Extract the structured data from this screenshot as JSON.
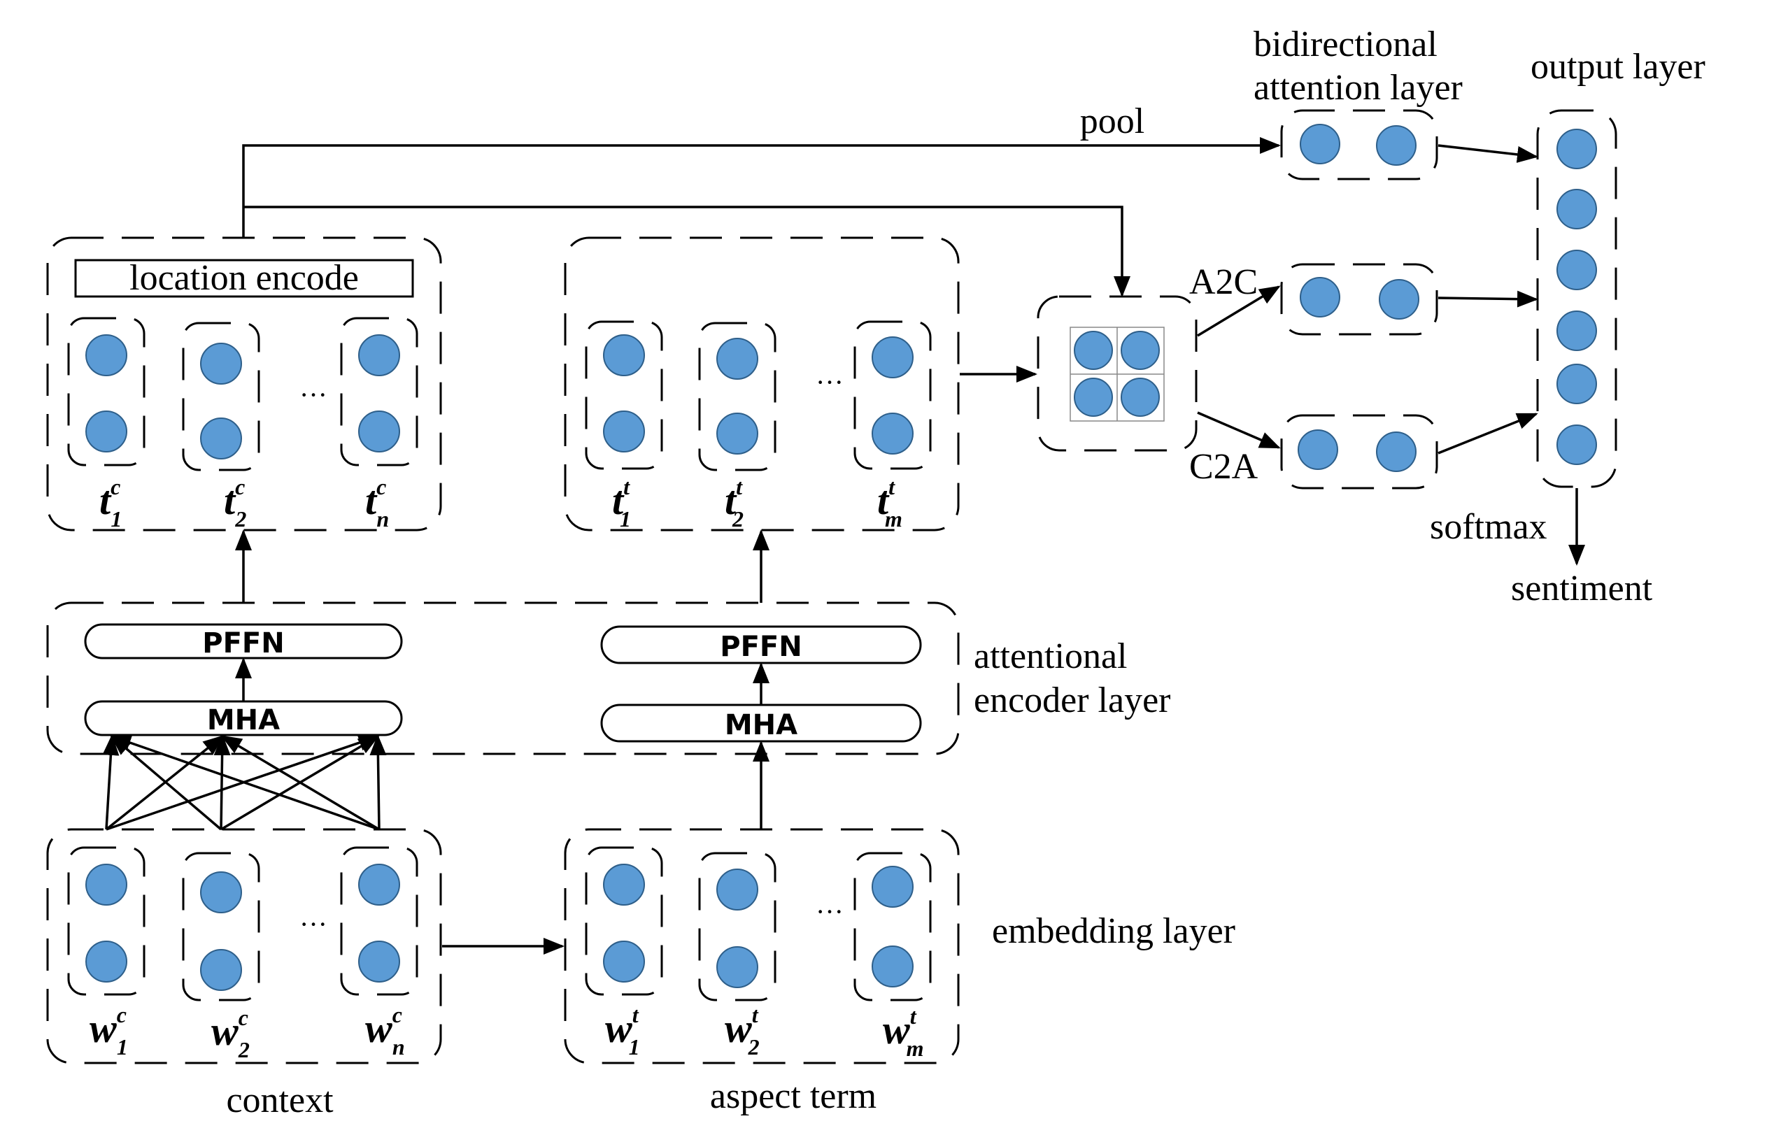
{
  "labels": {
    "location_encode": "location   encode",
    "pool": "pool",
    "bidirectional_line1": "bidirectional",
    "bidirectional_line2": "attention layer",
    "output_layer": "output  layer",
    "a2c": "A2C",
    "c2a": "C2A",
    "softmax": "softmax",
    "sentiment": "sentiment",
    "attentional_line1": "attentional",
    "attentional_line2": "encoder layer",
    "embedding_layer": "embedding layer",
    "context": "context",
    "aspect_term": "aspect term",
    "pffn": "PFFN",
    "mha": "MHA",
    "ellipsis": "···"
  },
  "tokens": {
    "context_hidden": [
      {
        "base": "t",
        "sup": "c",
        "sub": "1"
      },
      {
        "base": "t",
        "sup": "c",
        "sub": "2"
      },
      {
        "base": "t",
        "sup": "c",
        "sub": "n"
      }
    ],
    "target_hidden": [
      {
        "base": "t",
        "sup": "t",
        "sub": "1"
      },
      {
        "base": "t",
        "sup": "t",
        "sub": "2"
      },
      {
        "base": "t",
        "sup": "t",
        "sub": "m"
      }
    ],
    "context_embed": [
      {
        "base": "w",
        "sup": "c",
        "sub": "1"
      },
      {
        "base": "w",
        "sup": "c",
        "sub": "2"
      },
      {
        "base": "w",
        "sup": "c",
        "sub": "n"
      }
    ],
    "target_embed": [
      {
        "base": "w",
        "sup": "t",
        "sub": "1"
      },
      {
        "base": "w",
        "sup": "t",
        "sub": "2"
      },
      {
        "base": "w",
        "sup": "t",
        "sub": "m"
      }
    ]
  },
  "colors": {
    "node_fill": "#5b9bd5",
    "node_stroke": "#2e5f8a",
    "line": "#000000",
    "background": "#ffffff"
  }
}
